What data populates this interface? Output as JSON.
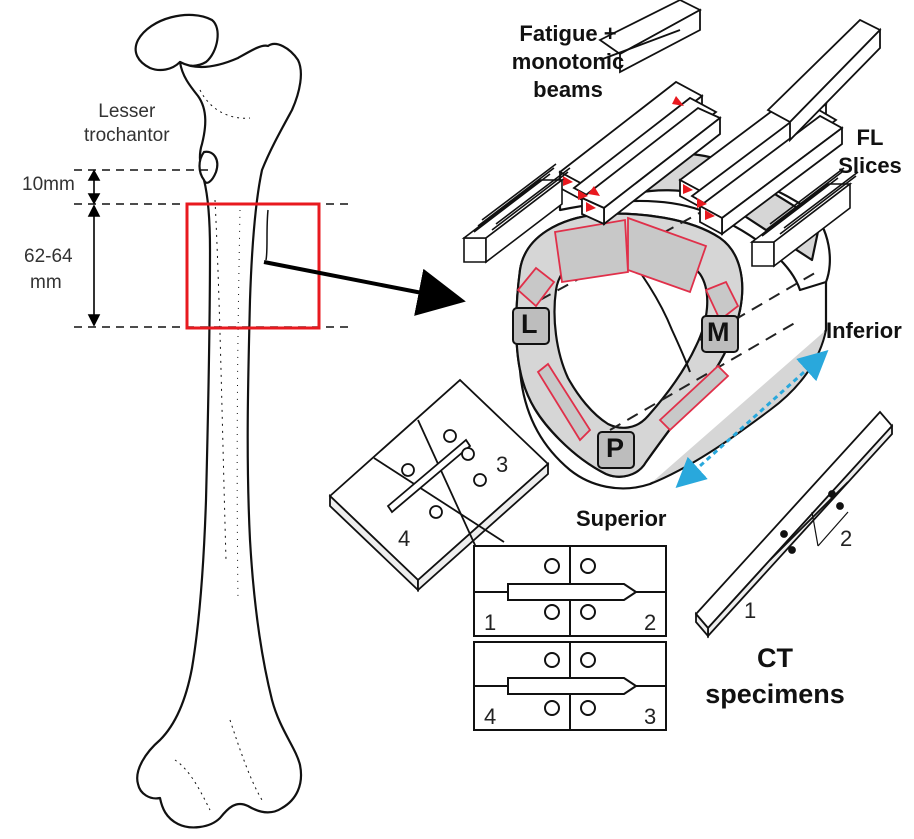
{
  "labels": {
    "lesser_trochantor": [
      "Lesser",
      "trochantor"
    ],
    "dim_10": "10mm",
    "dim_62": [
      "62-64",
      "mm"
    ],
    "fatigue": [
      "Fatigue +",
      "monotonic",
      "beams"
    ],
    "fl_slices": [
      "FL",
      "Slices"
    ],
    "inferior": "Inferior",
    "superior": "Superior",
    "ct_specimens": [
      "CT",
      "specimens"
    ],
    "region_L": "L",
    "region_M": "M",
    "region_P": "P",
    "ct_nums": [
      "1",
      "2",
      "3",
      "4"
    ],
    "tilted_nums": [
      "3",
      "4"
    ],
    "right_tilted_nums": [
      "1",
      "2"
    ]
  },
  "colors": {
    "highlight_box": "#e8191f",
    "arrow_blue": "#29a8dc",
    "bone_grey": "#d6d6d6",
    "specimen_outline": "#e0304a",
    "ink": "#111111"
  }
}
